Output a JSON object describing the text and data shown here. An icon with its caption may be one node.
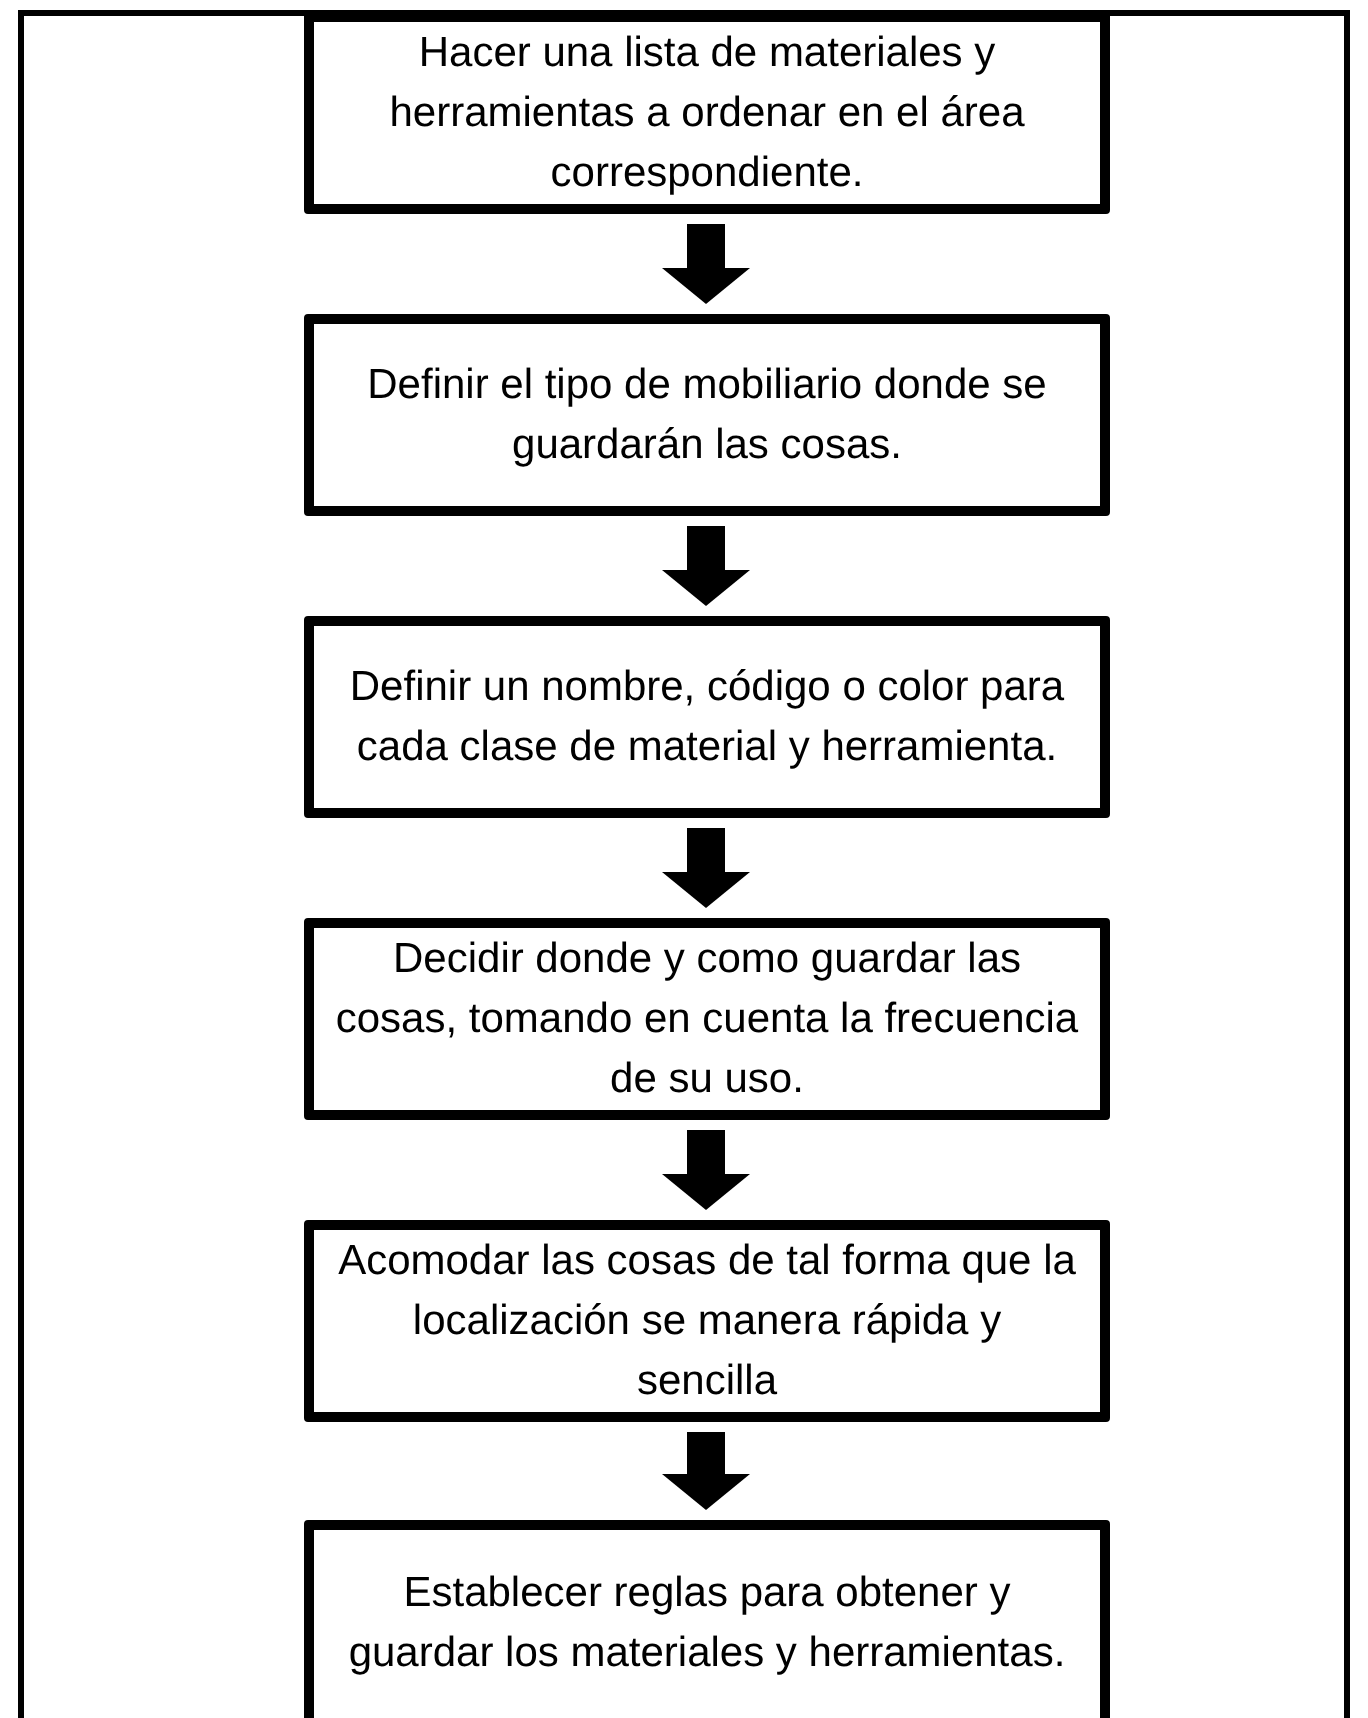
{
  "diagram": {
    "nodes": [
      {
        "text": [
          "Hacer una lista de materiales y herramientas a ordenar en el área correspondiente."
        ]
      },
      {
        "text": [
          "Definir el tipo de mobiliario donde se guardarán las cosas."
        ]
      },
      {
        "text": [
          "Definir un nombre, código o color para cada clase de material y herramienta."
        ]
      },
      {
        "text": [
          "Decidir donde y como guardar las cosas, tomando en cuenta la frecuencia de su uso."
        ]
      },
      {
        "text": [
          "Acomodar las cosas de tal forma que la localización se manera rápida y  sencilla"
        ]
      },
      {
        "text": [
          "Establecer reglas para obtener y guardar los materiales y herramientas."
        ]
      }
    ],
    "edges": [
      {
        "from": 0,
        "to": 1,
        "arrow": "to"
      },
      {
        "from": 1,
        "to": 2,
        "arrow": "to"
      },
      {
        "from": 2,
        "to": 3,
        "arrow": "to"
      },
      {
        "from": 3,
        "to": 4,
        "arrow": "to"
      },
      {
        "from": 4,
        "to": 5,
        "arrow": "to"
      }
    ]
  }
}
